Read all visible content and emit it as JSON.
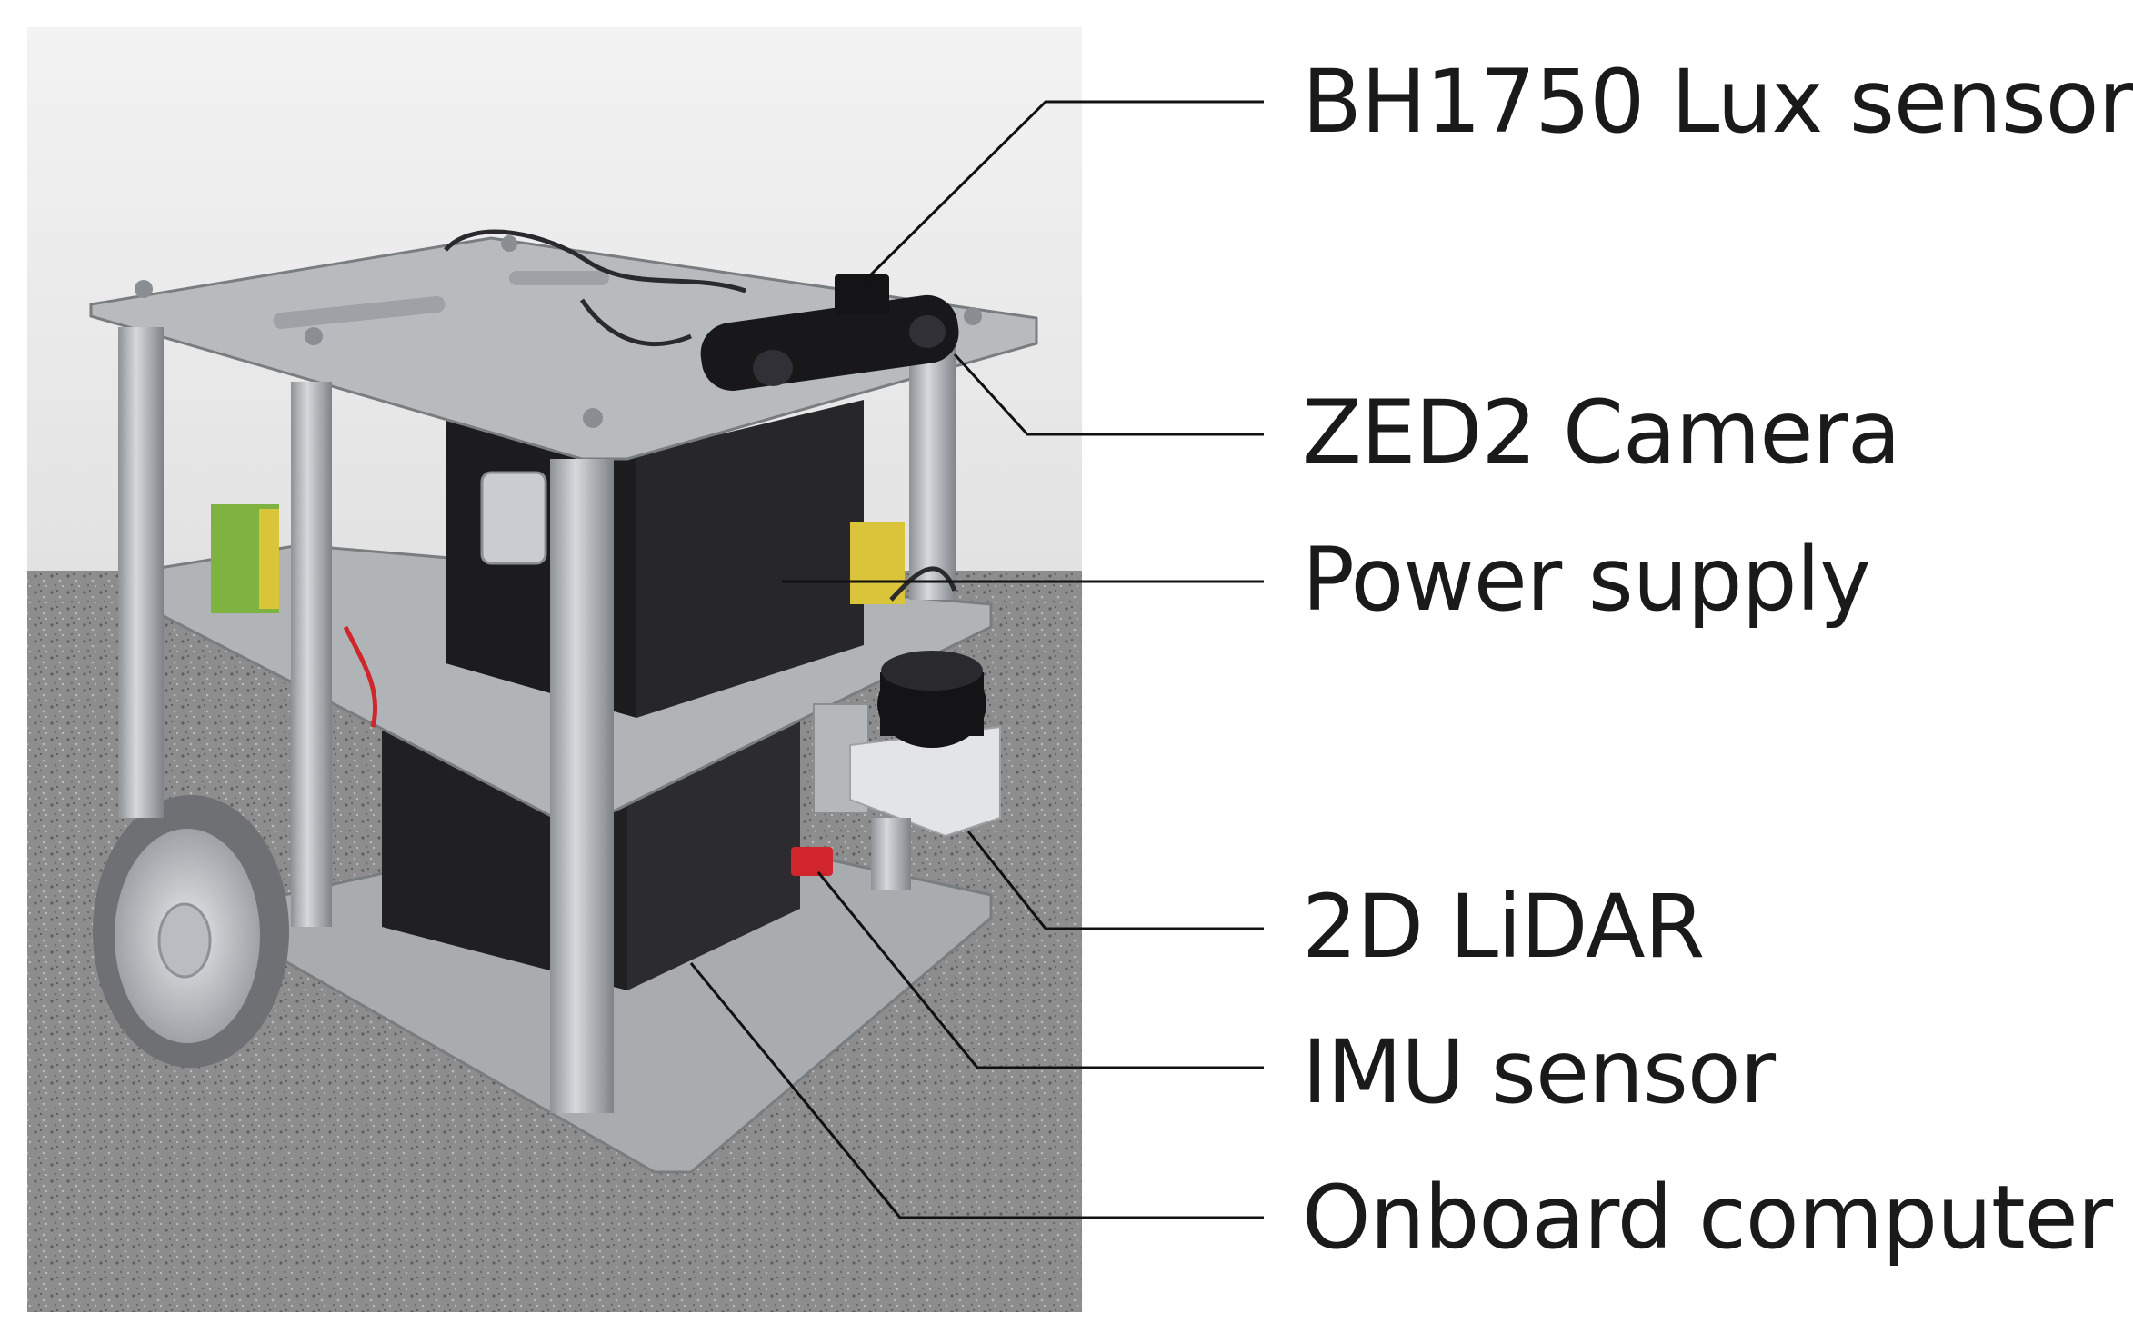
{
  "labels": {
    "lux": "BH1750 Lux sensor",
    "camera": "ZED2 Camera",
    "power": "Power supply",
    "lidar": "2D LiDAR",
    "imu": "IMU sensor",
    "computer": "Onboard computer"
  },
  "colors": {
    "wall": "#ececec",
    "floor": "#8f8f8f",
    "aluminum": "#b9bcbf",
    "enclosure": "#1c1c1e",
    "terminal_green": "#7fb341",
    "terminal_yellow": "#d9c43a",
    "imu_red": "#d0262b",
    "leader_line": "#111111",
    "text": "#1a1a1a"
  }
}
